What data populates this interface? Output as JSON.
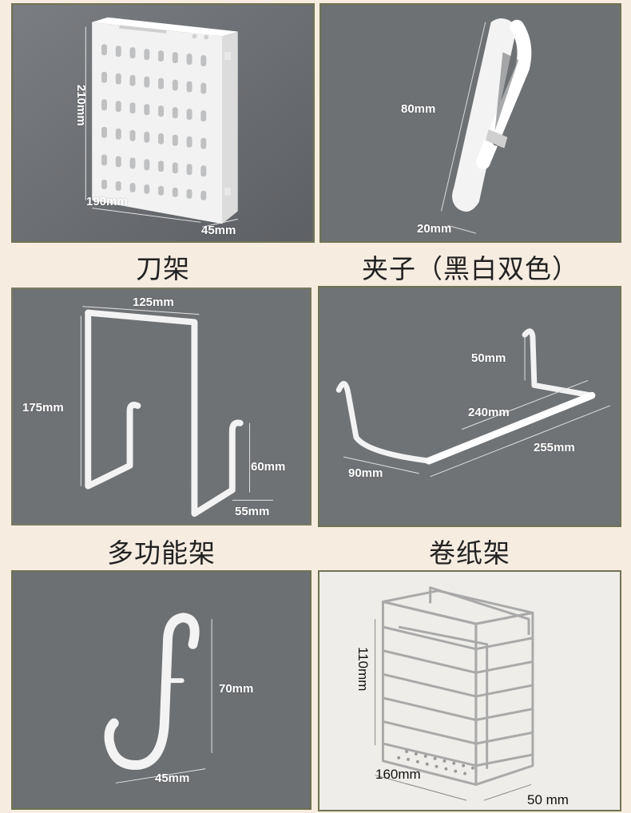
{
  "panels": [
    {
      "caption": "刀架",
      "icon": "knife-holder-icon",
      "dims": [
        "210mm",
        "190mm",
        "45mm"
      ]
    },
    {
      "caption": "夹子（黑白双色）",
      "icon": "clip-icon",
      "dims": [
        "80mm",
        "20mm"
      ]
    },
    {
      "caption": "多功能架",
      "icon": "multi-rack-icon",
      "dims": [
        "125mm",
        "175mm",
        "60mm",
        "55mm"
      ]
    },
    {
      "caption": "卷纸架",
      "icon": "paper-roll-holder-icon",
      "dims": [
        "50mm",
        "240mm",
        "255mm",
        "90mm"
      ]
    },
    {
      "caption": "",
      "icon": "hook-icon",
      "dims": [
        "70mm",
        "45mm"
      ]
    },
    {
      "caption": "",
      "icon": "wire-basket-icon",
      "dims": [
        "110mm",
        "160mm",
        "50 mm"
      ]
    }
  ],
  "colors": {
    "page_bg": "#f7ece0",
    "panel_bg": "#6b6e72",
    "panel_border": "#6f7352",
    "product_white": "#f4f4f4"
  }
}
